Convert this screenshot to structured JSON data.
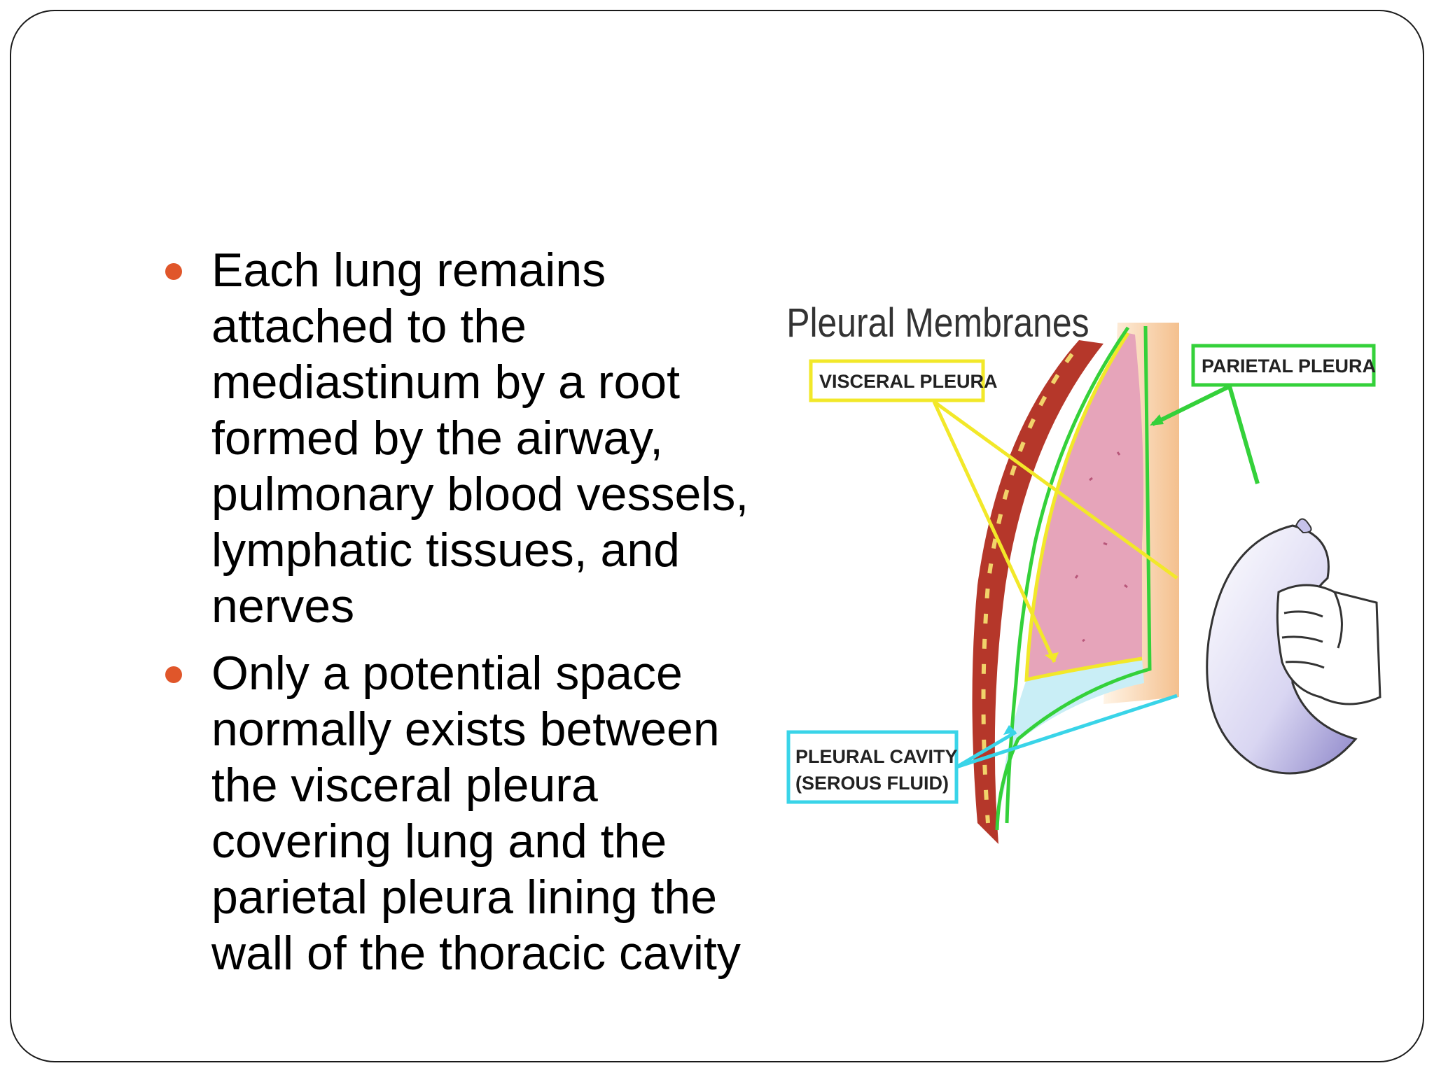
{
  "bullets": [
    "Each lung remains attached to the mediastinum by a root formed by the airway, pulmonary blood vessels, lymphatic tissues, and nerves",
    "Only a potential space normally exists between the visceral pleura covering lung and the parietal pleura lining the wall of the thoracic cavity"
  ],
  "figure": {
    "title": "Pleural Membranes",
    "labels": {
      "visceral": "VISCERAL PLEURA",
      "parietal": "PARIETAL PLEURA",
      "cavity_line1": "PLEURAL CAVITY",
      "cavity_line2": "(SEROUS FLUID)"
    }
  },
  "colors": {
    "bullet": "#e0562a",
    "visceral": "#f2e829",
    "parietal": "#34d13a",
    "cavity": "#39d4e8"
  }
}
